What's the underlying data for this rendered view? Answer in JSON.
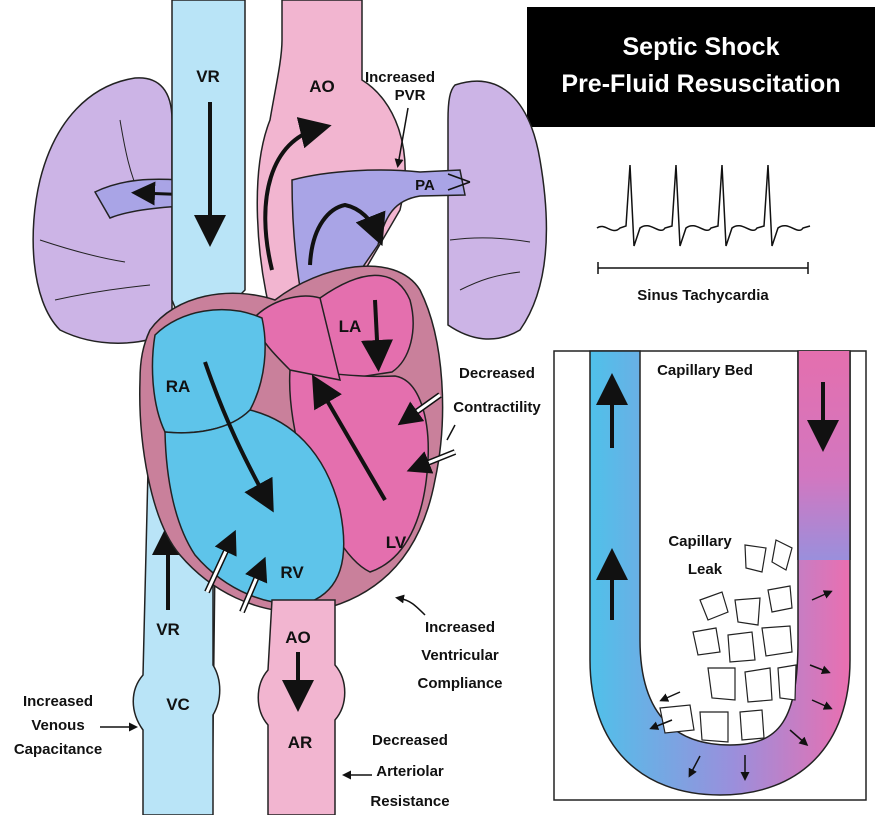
{
  "title": {
    "line1": "Septic Shock",
    "line2": "Pre-Fluid Resuscitation"
  },
  "ecg": {
    "label": "Sinus Tachycardia"
  },
  "inset": {
    "title": "Capillary Bed",
    "leak_line1": "Capillary",
    "leak_line2": "Leak"
  },
  "heart_labels": {
    "vr_top": "VR",
    "ao_top": "AO",
    "pa": "PA",
    "la": "LA",
    "ra": "RA",
    "rv": "RV",
    "lv": "LV",
    "vr_bottom": "VR",
    "ao_bottom": "AO",
    "vc": "VC",
    "ar": "AR"
  },
  "annotations": {
    "pvr_line1": "Increased",
    "pvr_line2": "PVR",
    "contractility_line1": "Decreased",
    "contractility_line2": "Contractility",
    "compliance_line1": "Increased",
    "compliance_line2": "Ventricular",
    "compliance_line3": "Compliance",
    "venous_line1": "Increased",
    "venous_line2": "Venous",
    "venous_line3": "Capacitance",
    "arteriolar_line1": "Decreased",
    "arteriolar_line2": "Arteriolar",
    "arteriolar_line3": "Resistance"
  },
  "colors": {
    "vein": "#b9e4f7",
    "aorta": "#f2b5d0",
    "lung": "#ccb4e6",
    "pulmonary_artery": "#a9a4e6",
    "right_heart": "#5ec4ea",
    "left_heart": "#e46fae",
    "myocardium": "#c9809b",
    "title_bg": "#000000"
  }
}
